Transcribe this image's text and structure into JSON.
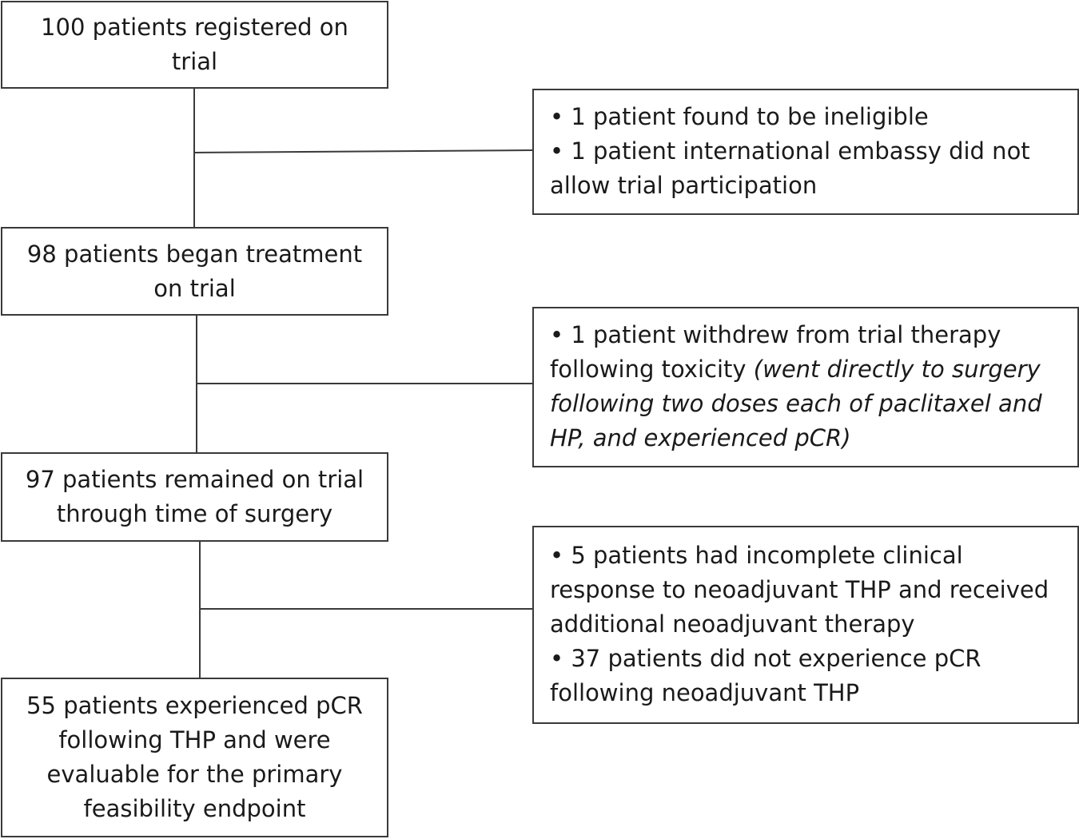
{
  "main_boxes": {
    "registered": [
      "100 patients registered on",
      "trial"
    ],
    "began": [
      "98 patients began treatment",
      "on trial"
    ],
    "remained": [
      "97 patients remained on trial",
      "through time of surgery"
    ],
    "pcr": [
      "55 patients experienced pCR",
      "following THP and were",
      "evaluable for the primary",
      "feasibility endpoint"
    ]
  },
  "side_boxes": {
    "exclusions": {
      "bullet": "•",
      "lines": [
        "1 patient found to be ineligible",
        "1 patient international embassy did not",
        "allow trial participation"
      ]
    },
    "withdrawal": {
      "bullet": "•",
      "line1": "1 patient withdrew from trial therapy",
      "line2_plain": "following toxicity ",
      "line2_italic": "(went directly to surgery",
      "line3_italic": "following two doses each of paclitaxel and",
      "line4_italic": "HP, and experienced pCR)"
    },
    "non_pcr": {
      "bullet": "•",
      "lines": [
        "5 patients had incomplete clinical",
        "response to neoadjuvant THP and received",
        "additional neoadjuvant therapy",
        "37 patients did not experience pCR",
        "following neoadjuvant THP"
      ]
    }
  }
}
